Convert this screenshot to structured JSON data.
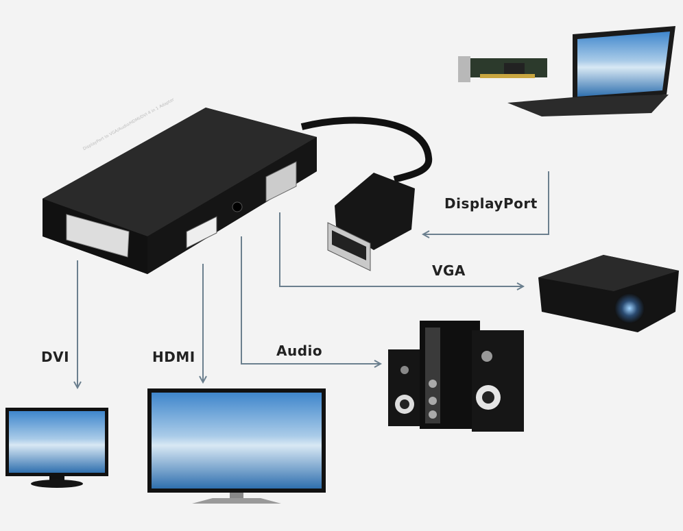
{
  "labels": {
    "displayport": "DisplayPort",
    "vga": "VGA",
    "audio": "Audio",
    "dvi": "DVI",
    "hdmi": "HDMI"
  },
  "adapter_print": "DisplayPort to VGA/Audio/HDMI/DVI 4 in 1 Adapter",
  "colors": {
    "background": "#f3f3f3",
    "arrow": "#6b7f8e",
    "device": "#1a1a1a",
    "screen_sky": "#5b9fd8"
  }
}
